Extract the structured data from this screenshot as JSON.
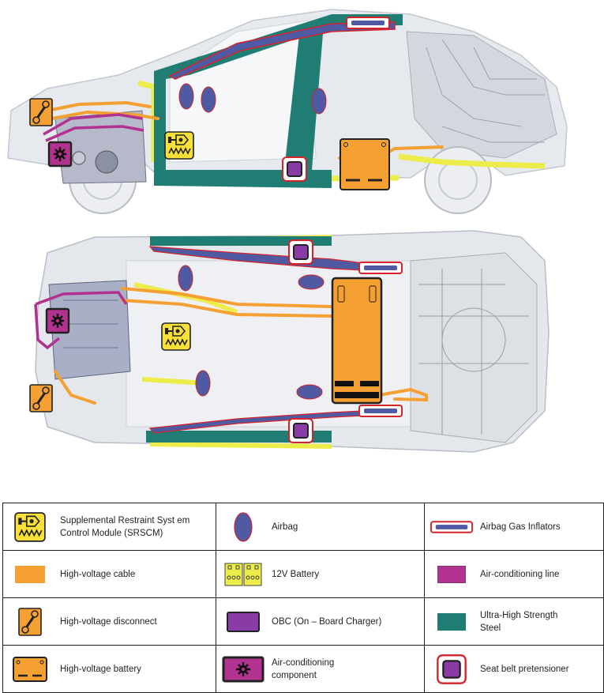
{
  "legend": {
    "srscm": "Supplemental Restraint Syst em Control Module (SRSCM)",
    "airbag": "Airbag",
    "airbag_gas_inflators": "Airbag Gas Inflators",
    "hv_cable": "High-voltage cable",
    "battery_12v": "12V Battery",
    "ac_line": "Air-conditioning line",
    "hv_disconnect": "High-voltage disconnect",
    "obc": "OBC (On – Board Charger)",
    "uhss": "Ultra-High Strength Steel",
    "hv_battery": "High-voltage battery",
    "ac_component": "Air-conditioning component",
    "seatbelt_pretensioner": "Seat belt pretensioner"
  },
  "colors": {
    "hv_orange": "#f5a033",
    "uhss_teal": "#1f7d74",
    "ac_magenta": "#b1328f",
    "airbag_blue": "#4f5aa3",
    "obc_purple": "#8a3ca6",
    "srscm_yellow": "#f7e03a",
    "reinforcement_yellow": "#ecec4a",
    "inflator_red": "#d4242b"
  },
  "icons": [
    "srscm-icon",
    "airbag-icon",
    "airbag-gas-inflator-icon",
    "hv-cable-swatch",
    "battery-12v-icon",
    "ac-line-swatch",
    "hv-disconnect-icon",
    "obc-icon",
    "uhss-swatch",
    "hv-battery-icon",
    "ac-component-icon",
    "seatbelt-pretensioner-icon"
  ]
}
